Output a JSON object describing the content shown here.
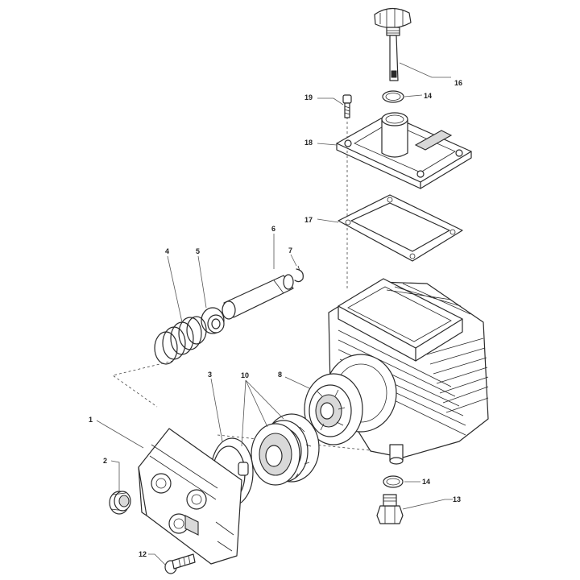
{
  "callouts": {
    "p1": "1",
    "p2": "2",
    "p3": "3",
    "p4": "4",
    "p5": "5",
    "p6": "6",
    "p7": "7",
    "p8": "8",
    "p10": "10",
    "p12": "12",
    "p13": "13",
    "p14_top": "14",
    "p14_bottom": "14",
    "p16": "16",
    "p17": "17",
    "p18": "18",
    "p19": "19"
  },
  "colors": {
    "line": "#2a2a2a",
    "background": "#ffffff",
    "shade": "#d9d9d9"
  }
}
